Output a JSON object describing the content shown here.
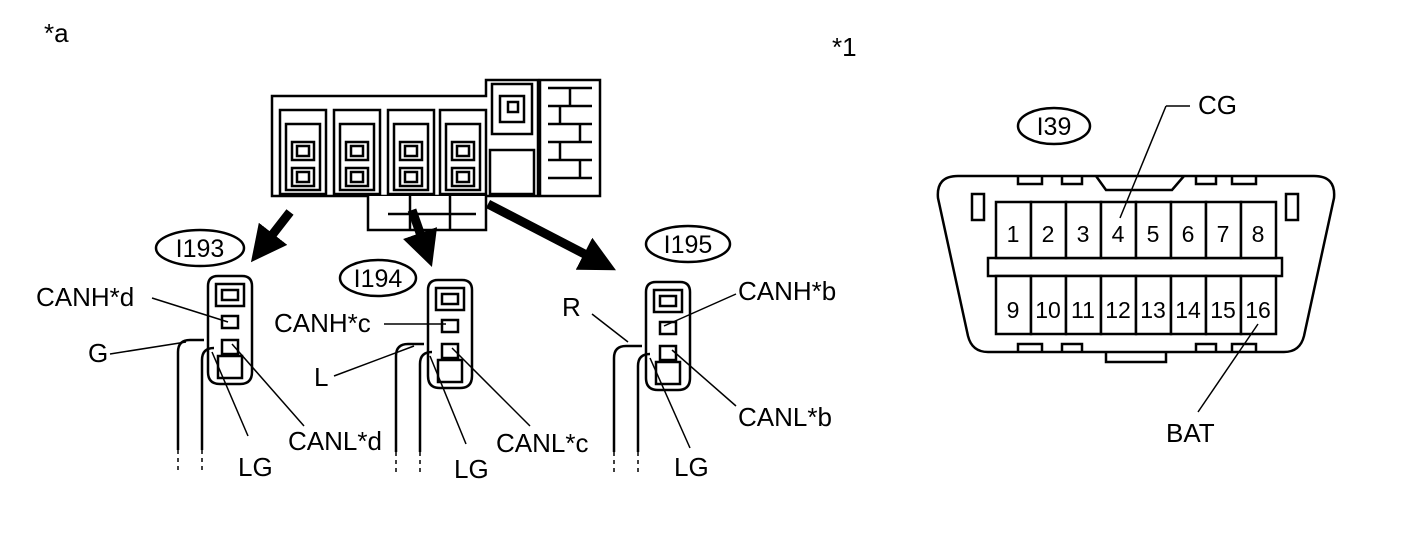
{
  "labels": {
    "ref_a": "*a",
    "ref_1": "*1"
  },
  "connectors": {
    "i193": "I193",
    "i194": "I194",
    "i195": "I195",
    "i39": "I39"
  },
  "wires": {
    "i193": {
      "canh": "CANH*d",
      "canl": "CANL*d",
      "left": "G",
      "bottom": "LG"
    },
    "i194": {
      "canh": "CANH*c",
      "canl": "CANL*c",
      "left": "L",
      "bottom": "LG"
    },
    "i195": {
      "canh": "CANH*b",
      "canl": "CANL*b",
      "left": "R",
      "bottom": "LG"
    }
  },
  "dlc": {
    "top_pins": [
      "1",
      "2",
      "3",
      "4",
      "5",
      "6",
      "7",
      "8"
    ],
    "bottom_pins": [
      "9",
      "10",
      "11",
      "12",
      "13",
      "14",
      "15",
      "16"
    ],
    "cg_label": "CG",
    "bat_label": "BAT"
  }
}
